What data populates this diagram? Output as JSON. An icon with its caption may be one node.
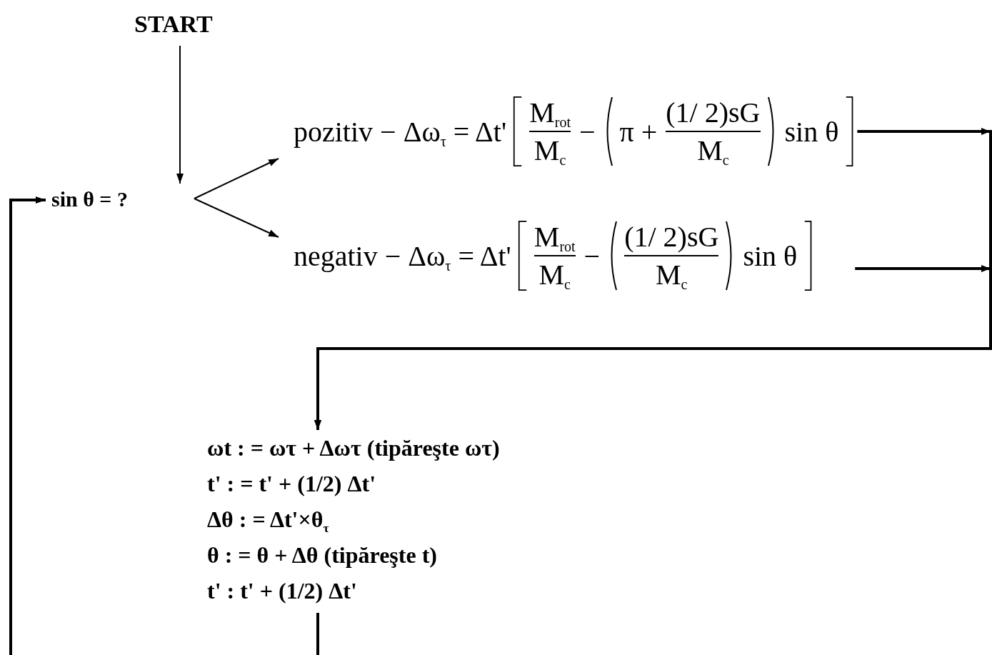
{
  "diagram": {
    "nodes": [
      {
        "text": [
          "START"
        ]
      },
      {
        "text": [
          "sin θ = ?"
        ]
      },
      {
        "text": [
          "pozitiv − Δω$_{τ}$ = Δt'",
          "M$_{rot}$",
          "M$_{c}$",
          "−",
          "π +",
          "(1/ 2)sG",
          "M$_{c}$",
          "sin θ"
        ]
      },
      {
        "text": [
          "negativ − Δω$_{τ}$ = Δt'",
          "M$_{rot}$",
          "M$_{c}$",
          "−",
          "(1/ 2)sG",
          "M$_{c}$",
          "sin θ"
        ]
      },
      {
        "text": [
          "ωt : = ωτ + Δωτ (tipăreşte ωτ)",
          "t' : = t' + (1/2) Δt'",
          "Δθ : = Δt'×θ$_{τ}$",
          "θ : = θ + Δθ (tipăreşte t)",
          "t' : t' + (1/2) Δt'"
        ]
      }
    ],
    "edges": [
      {
        "from": 0,
        "to": 1,
        "arrow": "to"
      },
      {
        "from": 1,
        "to": 2,
        "arrow": "to"
      },
      {
        "from": 1,
        "to": 3,
        "arrow": "to"
      },
      {
        "from": 2,
        "to": 4,
        "arrow": "to"
      },
      {
        "from": 3,
        "to": 4,
        "arrow": "to"
      },
      {
        "from": 4,
        "to": null,
        "arrow": "none"
      },
      {
        "from": null,
        "to": 1,
        "arrow": "to"
      }
    ]
  }
}
